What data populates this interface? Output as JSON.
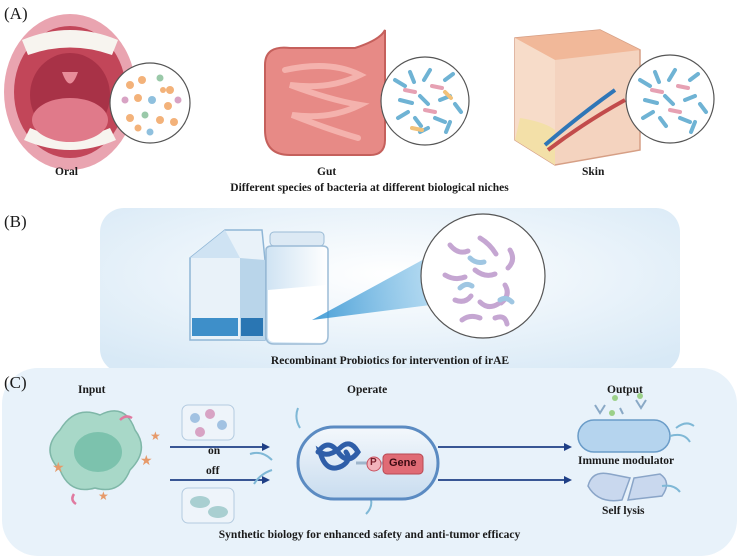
{
  "panels": {
    "a": {
      "letter": "(A)",
      "niches": [
        "Oral",
        "Gut",
        "Skin"
      ],
      "caption": "Different species of bacteria at different biological niches"
    },
    "b": {
      "letter": "(B)",
      "caption": "Recombinant Probiotics for intervention of irAE"
    },
    "c": {
      "letter": "(C)",
      "input_label": "Input",
      "operate_label": "Operate",
      "output_label": "Output",
      "on_label": "on",
      "off_label": "off",
      "promoter_label": "P",
      "gene_label": "Gene",
      "output_1": "Immune modulator",
      "output_2": "Self lysis",
      "caption": "Synthetic biology for enhanced safety and anti-tumor efficacy"
    }
  },
  "colors": {
    "panel_bg": "#e6f1fa",
    "mouth": "#d9707f",
    "gut": "#e78a86",
    "skin": "#f2c4a8",
    "bacteria_blue": "#7fb8d6",
    "arrow": "#1f3f86",
    "gene_box": "#e06b75"
  }
}
